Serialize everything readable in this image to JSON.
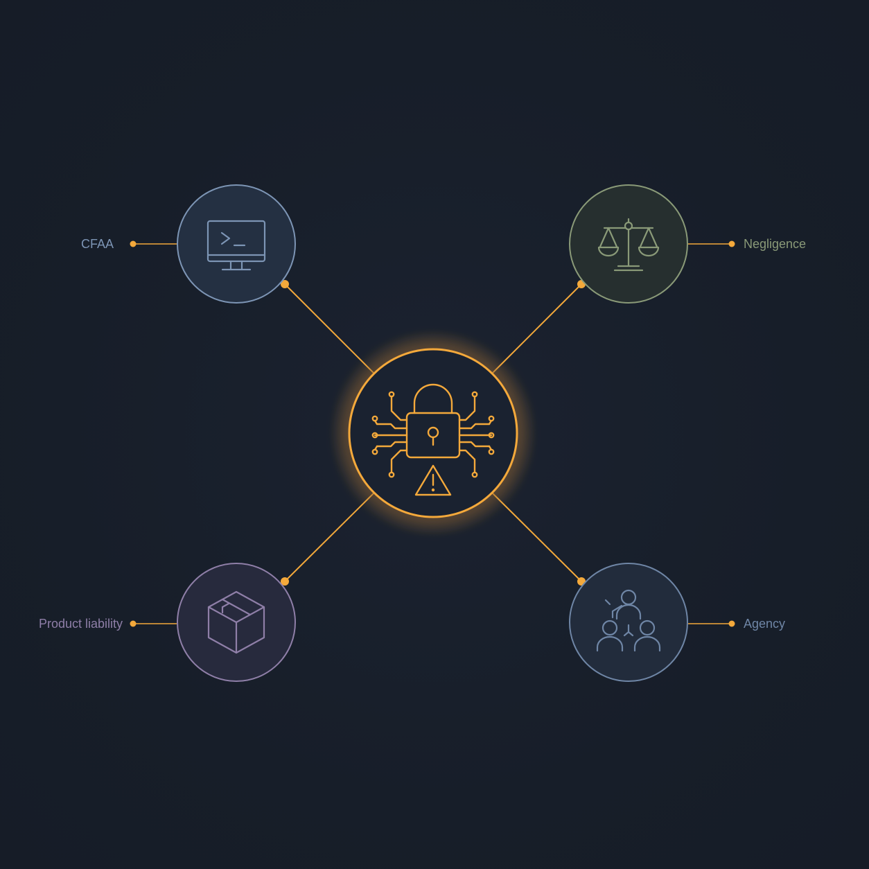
{
  "hub": {
    "icon": "padlock-circuit-warning-icon",
    "color": "#f4a93b"
  },
  "nodes": [
    {
      "id": "cfaa",
      "label": "CFAA",
      "icon": "computer-terminal-icon",
      "color": "#7d95b5",
      "fill": "#243042"
    },
    {
      "id": "negligence",
      "label": "Negligence",
      "icon": "scales-of-justice-icon",
      "color": "#8a9a78",
      "fill": "#262f2f"
    },
    {
      "id": "product-liability",
      "label": "Product liability",
      "icon": "package-box-icon",
      "color": "#8f7fa8",
      "fill": "#272a3d"
    },
    {
      "id": "agency",
      "label": "Agency",
      "icon": "people-hierarchy-icon",
      "color": "#6f86a6",
      "fill": "#222c3c"
    }
  ],
  "connector_color": "#f4a93b"
}
